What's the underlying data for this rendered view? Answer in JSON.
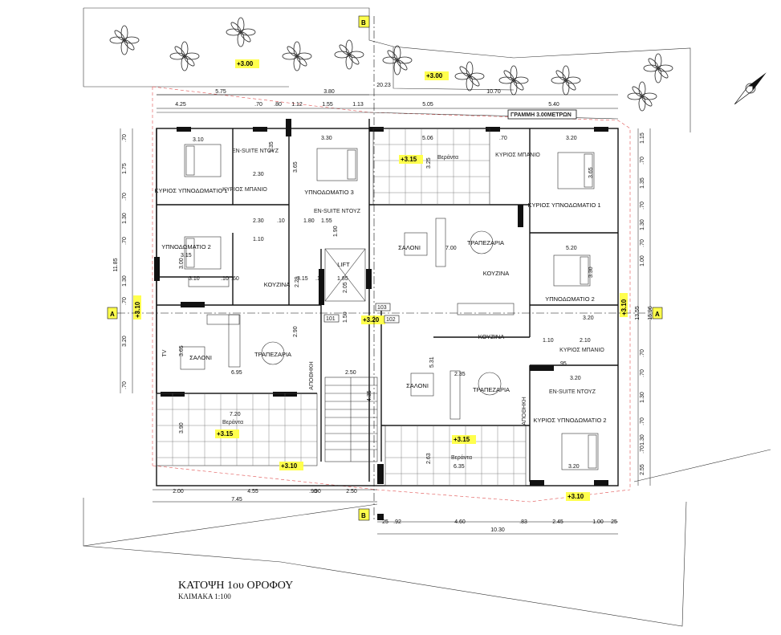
{
  "title": "ΚΑΤΟΨΗ 1ου ΟΡΟΦΟΥ",
  "subtitle": "ΚΛΙΜΑΚΑ 1:100",
  "section_markers": {
    "a": "A",
    "b": "B"
  },
  "levels": {
    "garden_left": "+3.00",
    "garden_mid": "+3.00",
    "balcony_top": "+3.15",
    "left_side": "+3.10",
    "right_side": "+3.10",
    "core": "+3.20",
    "balcony_left": "+3.15",
    "balcony_left_low": "+3.10",
    "balcony_right": "+3.15",
    "bottom_right": "+3.10"
  },
  "boundary_note": "ΓΡΑΜΜΗ 3.00ΜΕΤΡΩΝ",
  "rooms": {
    "master_left": "ΚΥΡΙΟΣ ΥΠΝΟΔΩΜΑΤΙΟ 1",
    "ensuite_left": "EN-SUITE ΝΤΟΥΖ",
    "bath_left": "ΚΥΡΙΟΣ ΜΠΑΝΙΟ",
    "bed3": "ΥΠΝΟΔΩΜΑΤΙΟ 3",
    "ensuite_mid": "EN-SUITE ΝΤΟΥΖ",
    "bed2_left": "ΥΠΝΟΔΩΜΑΤΙΟ 2",
    "kitchen_left": "ΚΟΥΖΙΝΑ",
    "lift": "LIFT",
    "living_left": "ΣΑΛΟΝΙ",
    "dining_left": "ΤΡΑΠΕΖΑΡΙΑ",
    "veranda_left": "Βεράντα",
    "veranda_top": "Βεράντα",
    "living_mid": "ΣΑΛΟΝΙ",
    "dining_mid": "ΤΡΑΠΕΖΑΡΙΑ",
    "kitchen_mid": "ΚΟΥΖΙΝΑ",
    "bath_top_right": "ΚΥΡΙΟΣ ΜΠΑΝΙΟ",
    "master_right_top": "ΚΥΡΙΟΣ ΥΠΝΟΔΩΜΑΤΙΟ 1",
    "bed2_right": "ΥΠΝΟΔΩΜΑΤΙΟ 2",
    "kitchen_right": "ΚΟΥΖΙΝΑ",
    "living_right": "ΣΑΛΟΝΙ",
    "dining_right": "ΤΡΑΠΕΖΑΡΙΑ",
    "bath_right": "ΚΥΡΙΟΣ ΜΠΑΝΙΟ",
    "ensuite_right": "EN-SUITE ΝΤΟΥΖ",
    "master_right_bottom": "ΚΥΡΙΟΣ ΥΠΝΟΔΩΜΑΤΙΟ 2",
    "veranda_right": "Βεράντα",
    "storage_left": "ΑΠΟΘΗΚΗ",
    "storage_right": "ΑΠΟΘΗΚΗ",
    "tv": "TV"
  },
  "door_tags": {
    "d101": "101",
    "d102": "102",
    "d103": "103"
  },
  "dims_top": {
    "row1": [
      "5.75",
      "3.80",
      "20.23",
      "10.70"
    ],
    "row2": [
      "4.25",
      ".70",
      ".80",
      "1.12",
      "1.55",
      "1.13",
      "5.05",
      "5.40"
    ]
  },
  "dims_bottom": {
    "row1": [
      "2.00",
      "4.55",
      ".90",
      "2.50"
    ],
    "row1_total": "7.45",
    "row2": [
      "25",
      ".92",
      "4.60",
      ".83",
      "2.45",
      "1.00",
      "25"
    ],
    "row2_total": "10.30"
  },
  "dims_left": [
    ".70",
    "1.75",
    ".70",
    "1.30",
    ".70",
    "1.30",
    ".70",
    "3.20",
    ".70"
  ],
  "dims_left_total": "11.85",
  "dims_right": [
    "1.15",
    ".70",
    "1.35",
    ".70",
    "1.30",
    ".70",
    "1.00",
    ".70",
    ".70",
    "1.30",
    ".70",
    "1.30",
    ".70",
    "2.55"
  ],
  "dims_right_total": [
    "13.55",
    "15.96"
  ],
  "dims_inner": [
    "3.10",
    "3.15",
    "2.30",
    "3.65",
    "1.35",
    "3.30",
    "2.30",
    ".10",
    "1.80",
    "1.55",
    "1.10",
    "3.00",
    "3.10",
    ".10",
    ".60",
    "3.15",
    "1.85",
    "2.05",
    "2.29",
    "1.50",
    "3.65",
    "6.95",
    "2.50",
    "4.35",
    "7.20",
    "3.90",
    "5.06",
    "3.25",
    ".70",
    "3.20",
    "3.65",
    "5.20",
    "3.30",
    "3.20",
    "1.10",
    "2.10",
    "5.31",
    "2.35",
    "2.63",
    "6.35",
    "3.20",
    "3.20",
    ".95",
    "2.90",
    "7.00",
    ".90",
    ".10",
    "1.90"
  ]
}
